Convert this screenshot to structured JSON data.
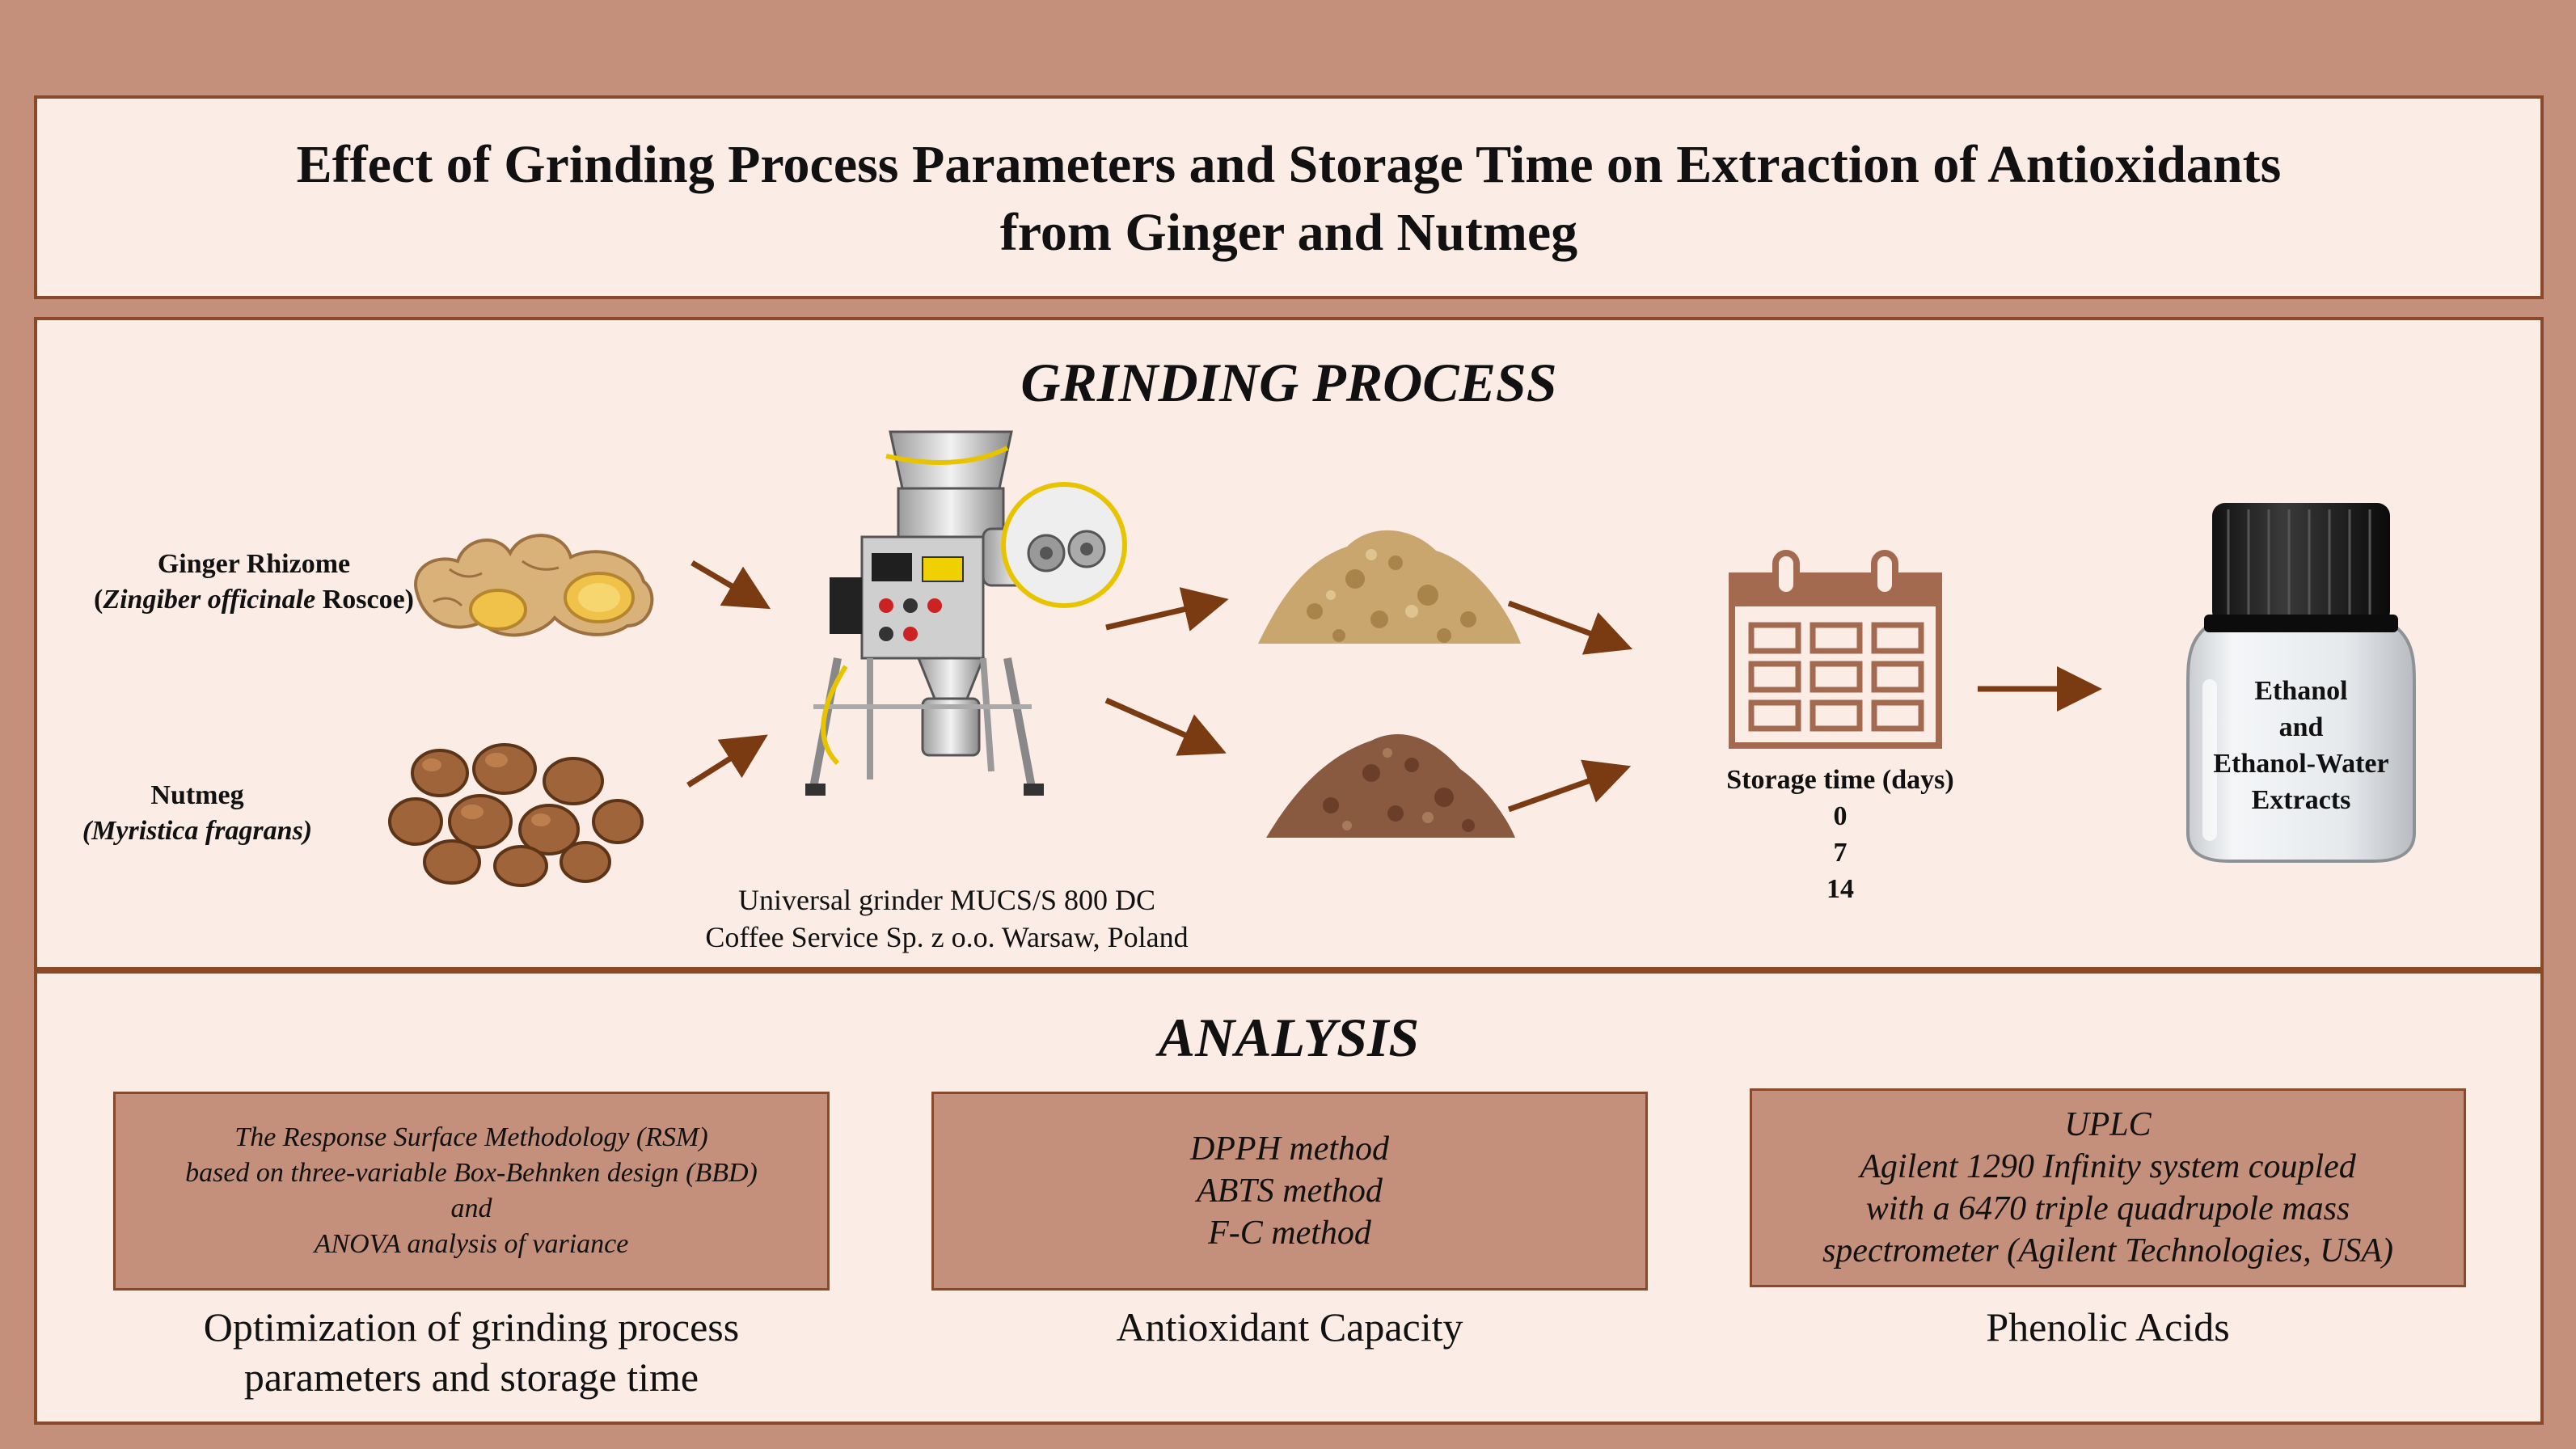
{
  "title": {
    "line1": "Effect of Grinding Process Parameters and Storage Time on Extraction of Antioxidants",
    "line2": "from Ginger and Nutmeg"
  },
  "grinding": {
    "heading": "GRINDING PROCESS",
    "ginger": {
      "name": "Ginger Rhizome",
      "latin": "Zingiber officinale",
      "author": "Roscoe"
    },
    "nutmeg": {
      "name": "Nutmeg",
      "latin": "(Myristica fragrans)"
    },
    "grinder": {
      "line1": "Universal grinder  MUCS/S 800 DC",
      "line2": "Coffee Service Sp. z o.o. Warsaw, Poland"
    },
    "storage": {
      "label": "Storage time (days)",
      "days": [
        "0",
        "7",
        "14"
      ]
    },
    "extract": {
      "line1": "Ethanol",
      "line2": "and",
      "line3": "Ethanol-Water",
      "line4": "Extracts"
    }
  },
  "analysis": {
    "heading": "ANALYSIS",
    "rsm": {
      "lines": [
        "The Response Surface Methodology (RSM)",
        "based on three-variable Box-Behnken design (BBD)",
        "and",
        "ANOVA analysis of variance"
      ],
      "outcome": [
        "Optimization of grinding process",
        "parameters and storage time"
      ]
    },
    "antioxidant": {
      "lines": [
        "DPPH method",
        "ABTS method",
        "F-C  method"
      ],
      "outcome": "Antioxidant Capacity"
    },
    "phenolic": {
      "lines": [
        "UPLC",
        "Agilent 1290 Infinity system coupled",
        "with a 6470 triple quadrupole mass",
        "spectrometer (Agilent Technologies, USA)"
      ],
      "outcome": "Phenolic Acids"
    }
  },
  "colors": {
    "background": "#c4907b",
    "panel": "#fbede6",
    "border": "#8a4a2a",
    "arrow": "#7a3a12",
    "calendar": "#a46a4f"
  }
}
